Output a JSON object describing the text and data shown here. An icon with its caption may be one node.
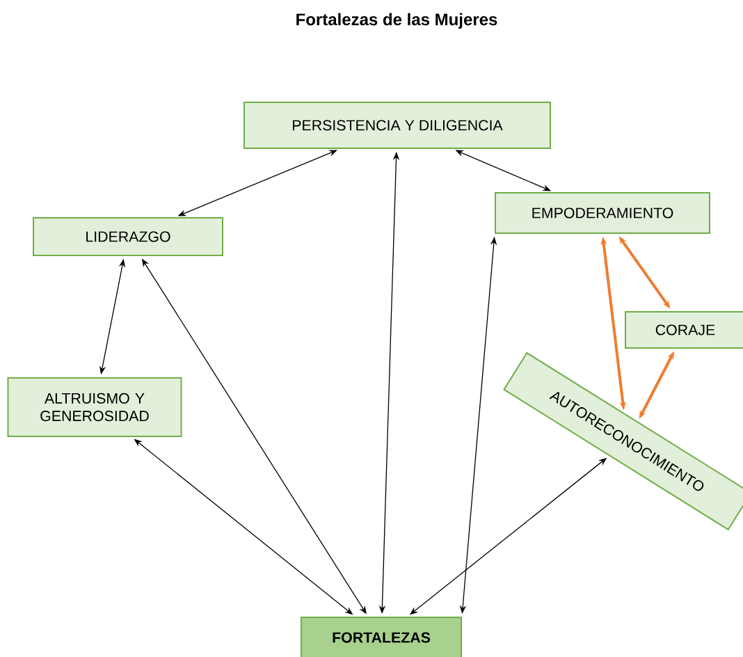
{
  "diagram": {
    "title": "Fortalezas de las Mujeres",
    "nodes": [
      {
        "text": [
          "PERSISTENCIA Y DILIGENCIA"
        ]
      },
      {
        "text": [
          "EMPODERAMIENTO"
        ]
      },
      {
        "text": [
          "LIDERAZGO"
        ]
      },
      {
        "text": [
          "CORAJE"
        ]
      },
      {
        "text": [
          "ALTRUISMO Y GENEROSIDAD"
        ]
      },
      {
        "text": [
          "AUTORECONOCIMIENTO"
        ]
      },
      {
        "text": [
          "FORTALEZAS"
        ]
      }
    ],
    "edges": [
      {
        "from": 2,
        "to": 0,
        "arrow": "both"
      },
      {
        "from": 0,
        "to": 1,
        "arrow": "both"
      },
      {
        "from": 2,
        "to": 4,
        "arrow": "both"
      },
      {
        "from": 1,
        "to": 5,
        "arrow": "both",
        "style": "thick",
        "color": "#ed7d31"
      },
      {
        "from": 1,
        "to": 3,
        "arrow": "both",
        "style": "thick",
        "color": "#ed7d31"
      },
      {
        "from": 3,
        "to": 5,
        "arrow": "both",
        "style": "thick",
        "color": "#ed7d31"
      },
      {
        "from": 6,
        "to": 4,
        "arrow": "both"
      },
      {
        "from": 6,
        "to": 2,
        "arrow": "both"
      },
      {
        "from": 6,
        "to": 0,
        "arrow": "both"
      },
      {
        "from": 6,
        "to": 1,
        "arrow": "both"
      },
      {
        "from": 6,
        "to": 5,
        "arrow": "both"
      }
    ]
  }
}
